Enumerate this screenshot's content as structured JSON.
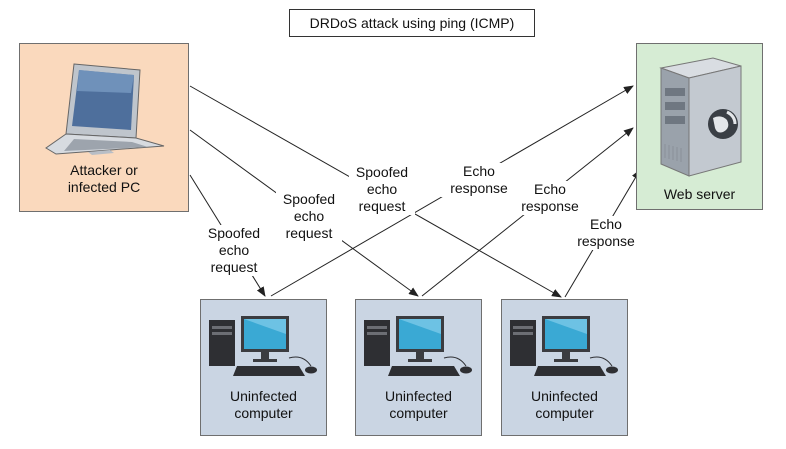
{
  "title": "DRDoS attack using ping (ICMP)",
  "nodes": {
    "attacker": {
      "label": "Attacker or\ninfected PC",
      "icon": "laptop-icon",
      "color": "#fad9bd"
    },
    "server": {
      "label": "Web server",
      "icon": "server-icon",
      "color": "#d6ecd4"
    },
    "victims": [
      {
        "label": "Uninfected\ncomputer",
        "icon": "desktop-computer-icon"
      },
      {
        "label": "Uninfected\ncomputer",
        "icon": "desktop-computer-icon"
      },
      {
        "label": "Uninfected\ncomputer",
        "icon": "desktop-computer-icon"
      }
    ],
    "victim_color": "#cad5e3"
  },
  "edges": {
    "requests": [
      {
        "label": "Spoofed\necho\nrequest",
        "from": "attacker",
        "to": "victim-1"
      },
      {
        "label": "Spoofed\necho\nrequest",
        "from": "attacker",
        "to": "victim-2"
      },
      {
        "label": "Spoofed\necho\nrequest",
        "from": "attacker",
        "to": "victim-3"
      }
    ],
    "responses": [
      {
        "label": "Echo\nresponse",
        "from": "victim-1",
        "to": "server"
      },
      {
        "label": "Echo\nresponse",
        "from": "victim-2",
        "to": "server"
      },
      {
        "label": "Echo\nresponse",
        "from": "victim-3",
        "to": "server"
      }
    ]
  }
}
